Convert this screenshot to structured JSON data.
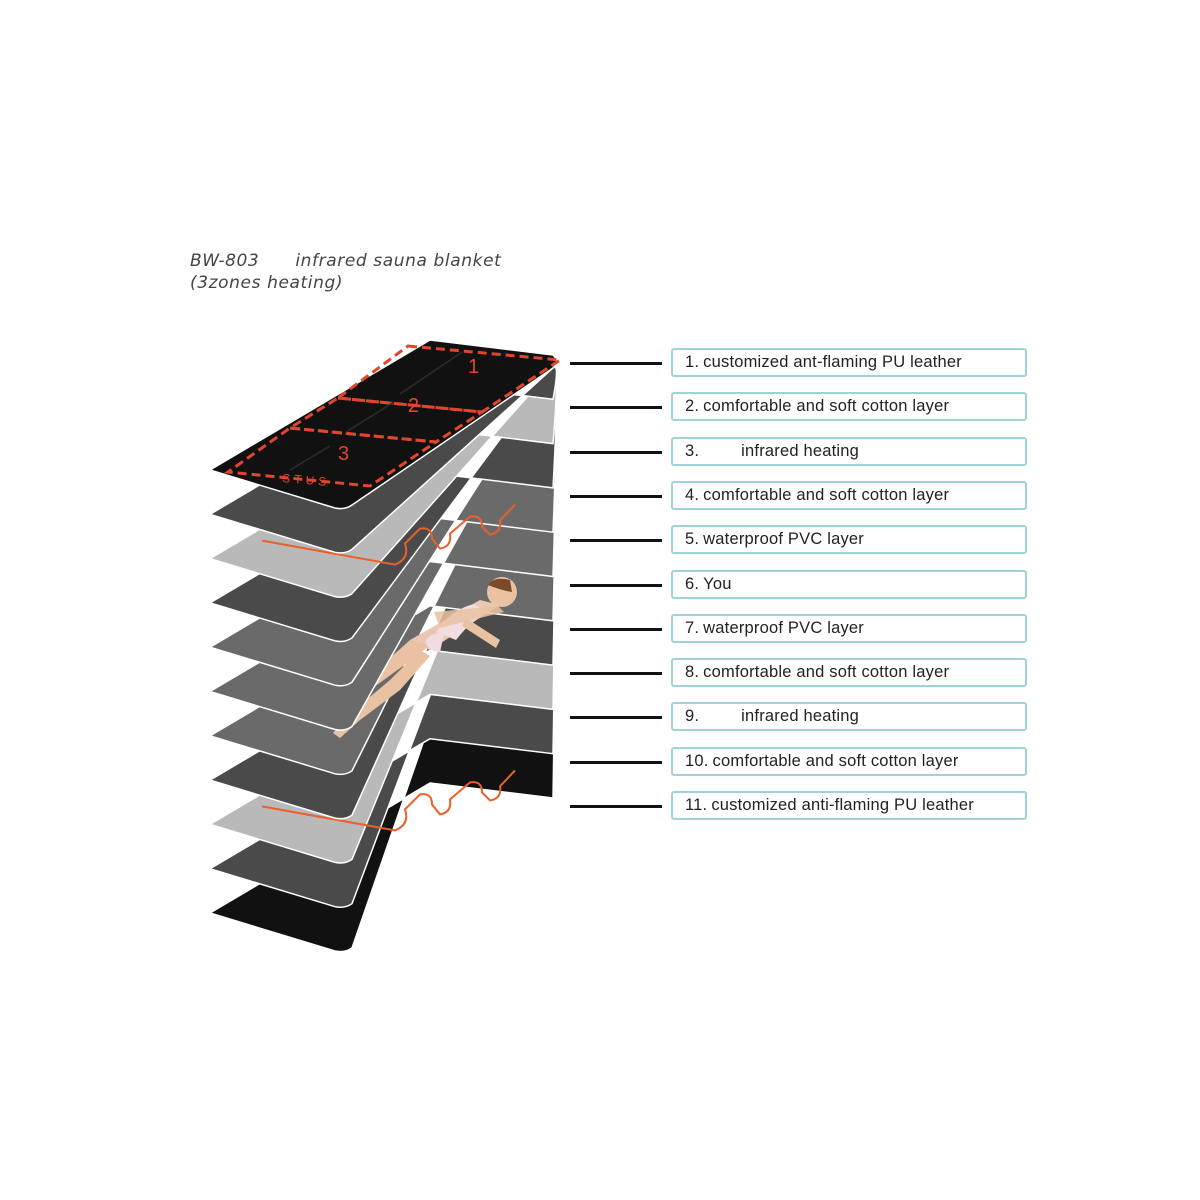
{
  "title": {
    "model": "BW-803",
    "product": "infrared sauna blanket",
    "subtitle": "(3zones heating)"
  },
  "zone_labels": [
    "1",
    "2",
    "3"
  ],
  "brand_logo_text": "STUS",
  "colors": {
    "leather": "#111111",
    "cotton": "#4a4a4a",
    "heating": "#b9b9b9",
    "pvc": "#6a6a6a",
    "heating_wire": "#e8602c",
    "zone_dash": "#e0462e",
    "callout_border": "#9fd3d9"
  },
  "layers": [
    {
      "num": "1.",
      "label": "customized ant-flaming PU leather"
    },
    {
      "num": "2.",
      "label": "comfortable and soft cotton layer"
    },
    {
      "num": "3.",
      "label": "infrared heating"
    },
    {
      "num": "4.",
      "label": "comfortable and soft cotton layer"
    },
    {
      "num": "5.",
      "label": "waterproof PVC layer"
    },
    {
      "num": "6.",
      "label": "You"
    },
    {
      "num": "7.",
      "label": "waterproof PVC layer"
    },
    {
      "num": "8.",
      "label": "comfortable and soft cotton layer"
    },
    {
      "num": "9.",
      "label": "infrared heating"
    },
    {
      "num": "10.",
      "label": "comfortable and soft cotton layer"
    },
    {
      "num": "11.",
      "label": "customized anti-flaming PU leather"
    }
  ]
}
